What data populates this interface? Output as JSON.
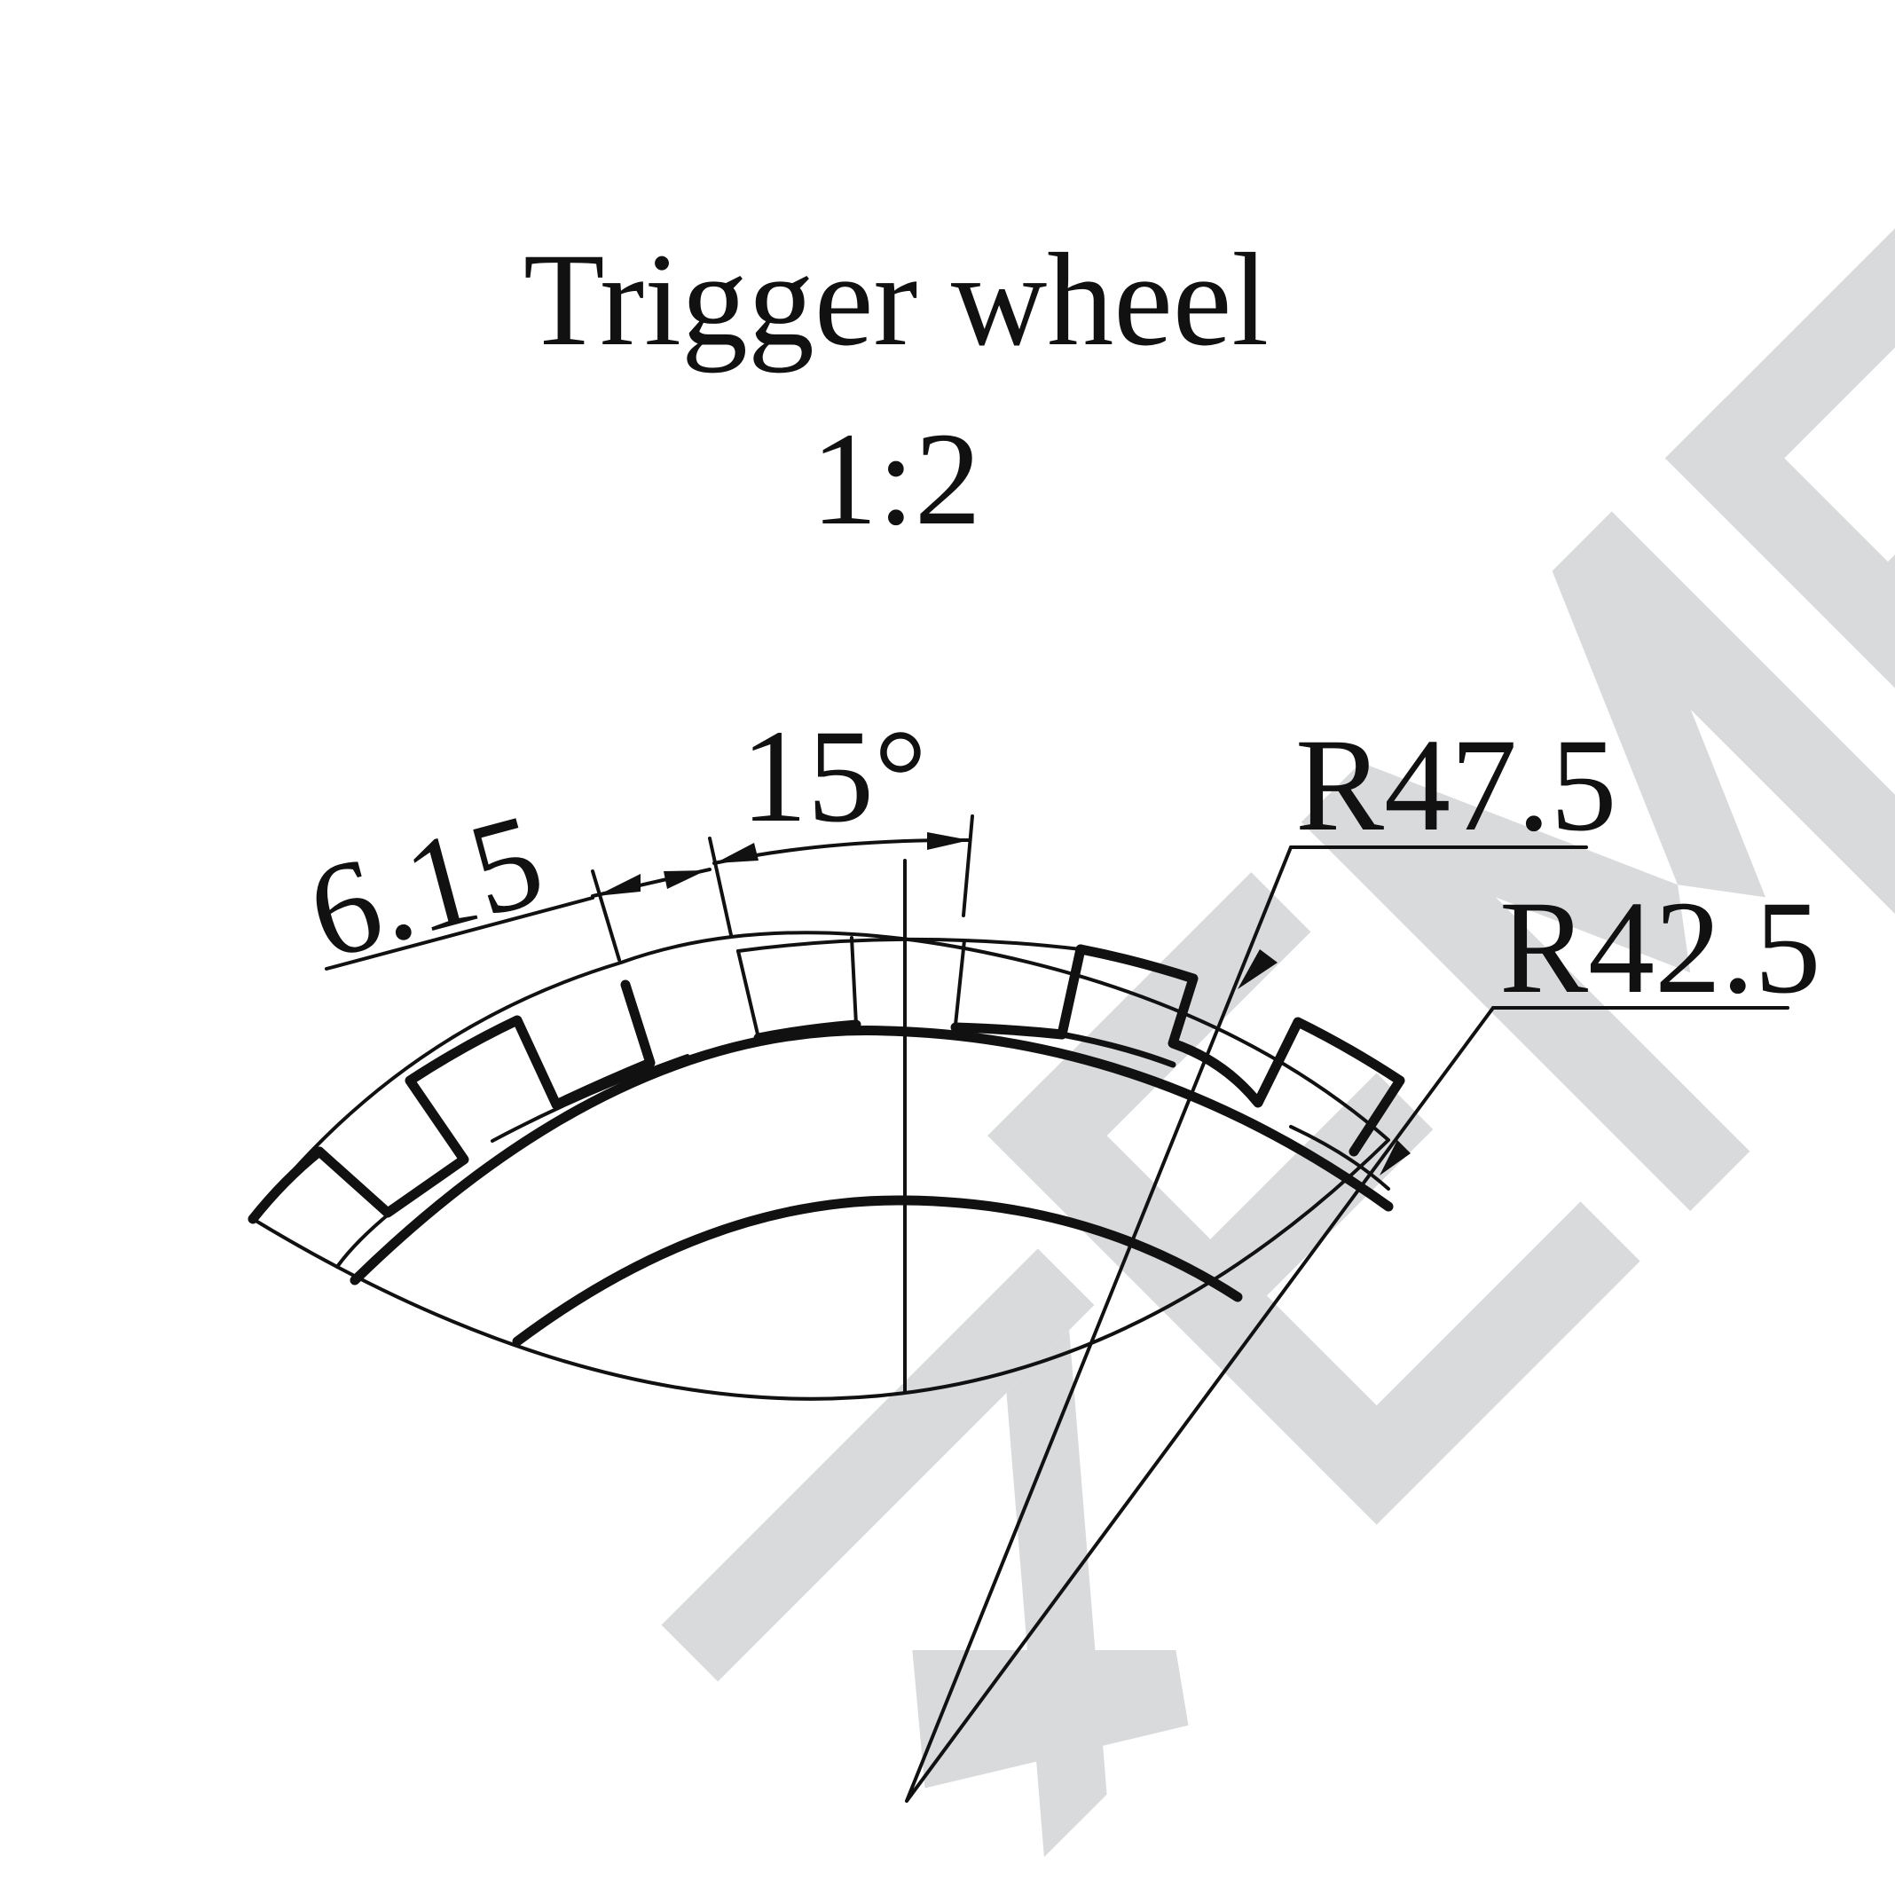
{
  "title": {
    "line1": "Trigger wheel",
    "line2": "1:2"
  },
  "dimensions": {
    "tooth_width": "6.15",
    "tooth_angle": "15°",
    "outer_radius": "R47.5",
    "inner_radius": "R42.5"
  },
  "watermark": {
    "text": "ZEMEK",
    "color": "#d9dadc"
  },
  "colors": {
    "line": "#111111",
    "background": "#ffffff"
  }
}
